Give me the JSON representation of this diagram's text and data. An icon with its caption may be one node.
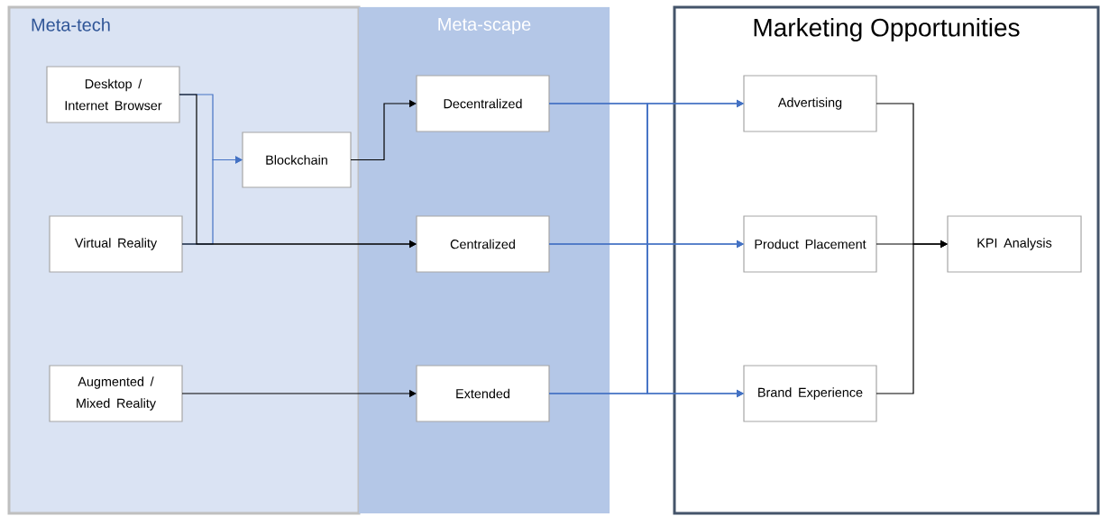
{
  "diagram": {
    "nodes": [
      {
        "text": [
          "Meta-tech"
        ]
      },
      {
        "text": [
          "Desktop / Internet Browser"
        ],
        "in": 0
      },
      {
        "text": [
          "Virtual Reality"
        ],
        "in": 0
      },
      {
        "text": [
          "Augmented / Mixed Reality"
        ],
        "in": 0
      },
      {
        "text": [
          "Blockchain"
        ],
        "in": 0
      },
      {
        "text": [
          "Meta-scape"
        ]
      },
      {
        "text": [
          "Decentralized"
        ],
        "in": 5
      },
      {
        "text": [
          "Centralized"
        ],
        "in": 5
      },
      {
        "text": [
          "Extended"
        ],
        "in": 5
      },
      {
        "text": [
          "Marketing Opportunities"
        ]
      },
      {
        "text": [
          "Advertising"
        ],
        "in": 9
      },
      {
        "text": [
          "Product Placement"
        ],
        "in": 9
      },
      {
        "text": [
          "Brand Experience"
        ],
        "in": 9
      },
      {
        "text": [
          "KPI Analysis"
        ],
        "in": 9
      }
    ],
    "edges": [
      {
        "from": 1,
        "to": 4,
        "arrow": "to"
      },
      {
        "from": 2,
        "to": 4,
        "arrow": "to"
      },
      {
        "from": 1,
        "to": 7,
        "arrow": "to",
        "color": "#000000"
      },
      {
        "from": 2,
        "to": 7,
        "arrow": "to",
        "color": "#000000"
      },
      {
        "from": 4,
        "to": 6,
        "arrow": "to",
        "color": "#000000"
      },
      {
        "from": 3,
        "to": 8,
        "arrow": "to",
        "color": "#000000"
      },
      {
        "from": 6,
        "to": 10,
        "arrow": "to"
      },
      {
        "from": 6,
        "to": 11,
        "arrow": "to"
      },
      {
        "from": 6,
        "to": 12,
        "arrow": "to"
      },
      {
        "from": 7,
        "to": 10,
        "arrow": "to"
      },
      {
        "from": 7,
        "to": 11,
        "arrow": "to"
      },
      {
        "from": 7,
        "to": 12,
        "arrow": "to"
      },
      {
        "from": 8,
        "to": 10,
        "arrow": "to"
      },
      {
        "from": 8,
        "to": 11,
        "arrow": "to"
      },
      {
        "from": 8,
        "to": 12,
        "arrow": "to"
      },
      {
        "from": 10,
        "to": 13,
        "arrow": "to",
        "color": "#000000"
      },
      {
        "from": 11,
        "to": 13,
        "arrow": "to",
        "color": "#000000"
      },
      {
        "from": 12,
        "to": 13,
        "arrow": "to",
        "color": "#000000"
      }
    ]
  }
}
